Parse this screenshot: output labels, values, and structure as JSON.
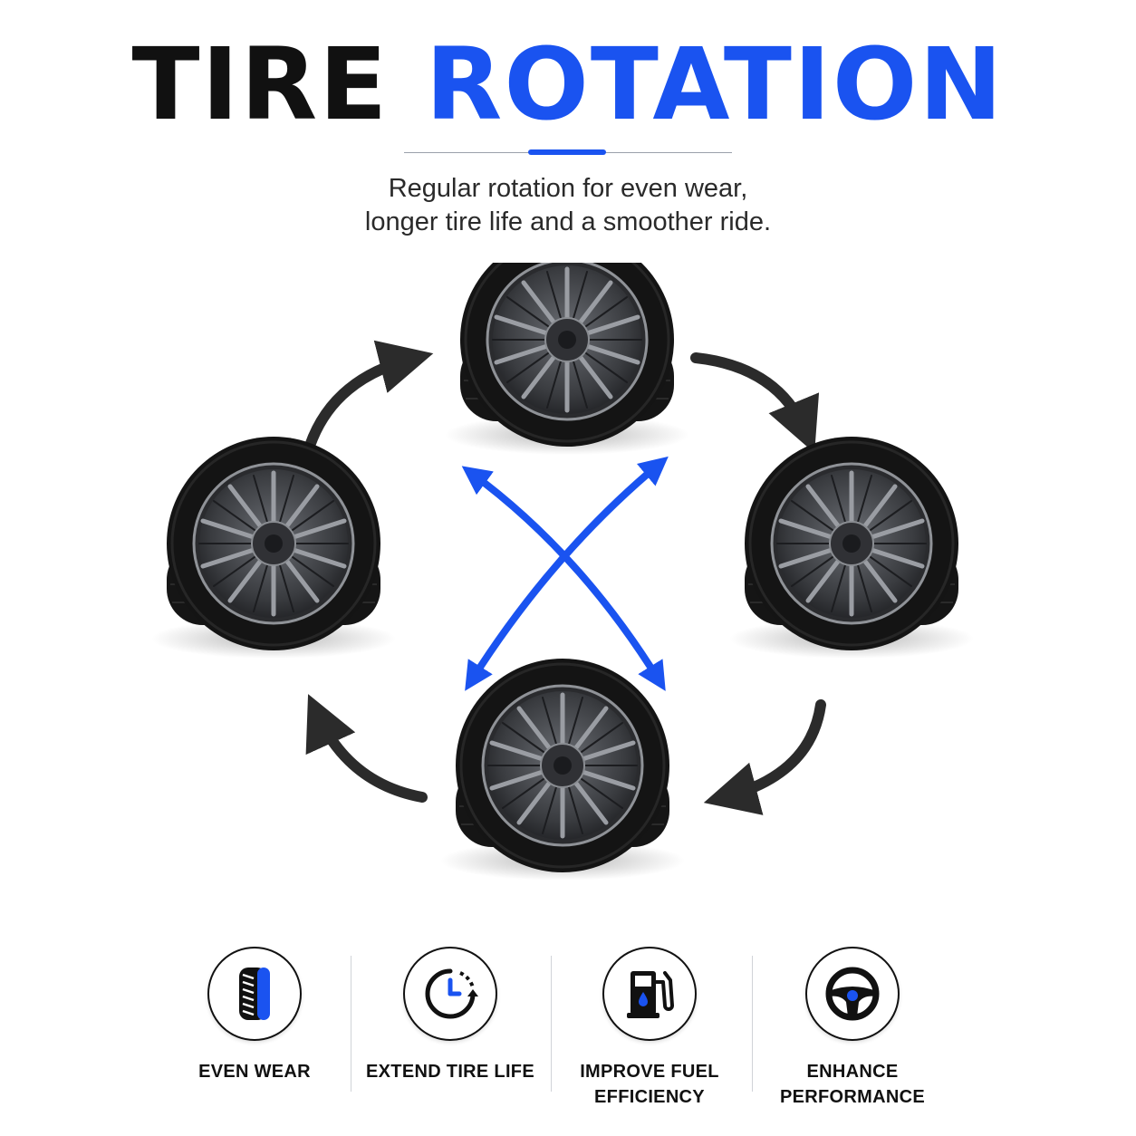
{
  "header": {
    "title_part1": "TIRE",
    "title_part2": "ROTATION",
    "subtitle_line1": "Regular rotation for even wear,",
    "subtitle_line2": "longer tire life and a smoother ride."
  },
  "colors": {
    "accent": "#1a53f0",
    "dark": "#111111",
    "arrow": "#2b2b2b"
  },
  "diagram": {
    "tires": [
      "tire-top",
      "tire-right",
      "tire-bottom",
      "tire-left"
    ],
    "arrows": [
      "clockwise-arrows",
      "cross-swap-arrows"
    ]
  },
  "benefits": [
    {
      "icon": "tire-tread-icon",
      "line1": "EVEN WEAR",
      "line2": ""
    },
    {
      "icon": "clock-rotation-icon",
      "line1": "EXTEND TIRE LIFE",
      "line2": ""
    },
    {
      "icon": "fuel-pump-icon",
      "line1": "IMPROVE FUEL",
      "line2": "EFFICIENCY"
    },
    {
      "icon": "steering-wheel-icon",
      "line1": "ENHANCE",
      "line2": "PERFORMANCE"
    }
  ]
}
